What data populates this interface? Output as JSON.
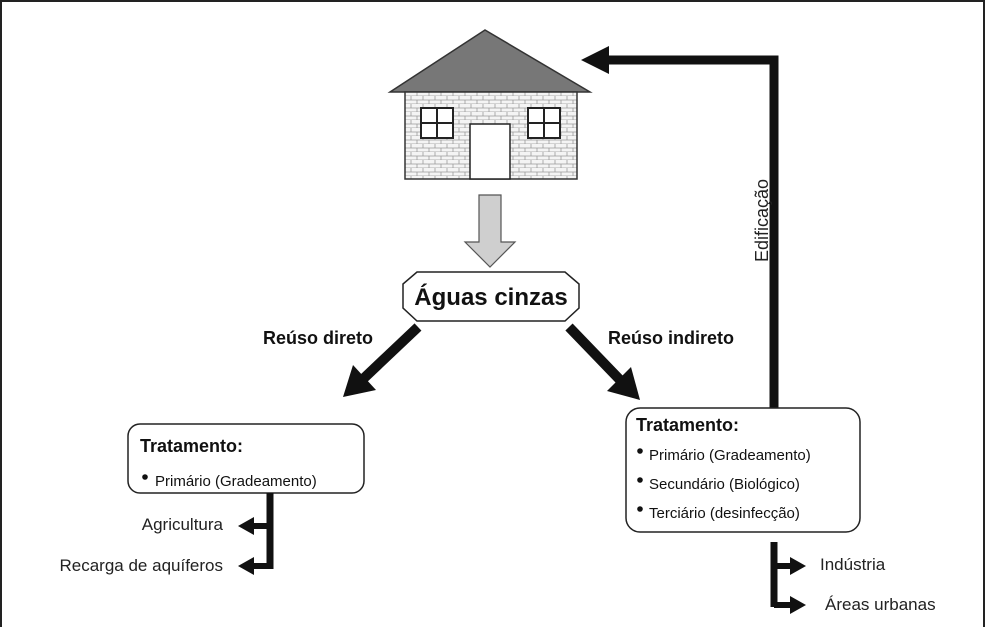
{
  "center_label": "Águas cinzas",
  "edge_labels": {
    "direct": "Reúso direto",
    "indirect": "Reúso indireto",
    "edification": "Edificação"
  },
  "left_box": {
    "title": "Tratamento:",
    "items": [
      "Primário (Gradeamento)"
    ]
  },
  "right_box": {
    "title": "Tratamento:",
    "items": [
      "Primário (Gradeamento)",
      "Secundário (Biológico)",
      "Terciário (desinfecção)"
    ]
  },
  "left_outputs": [
    "Agricultura",
    "Recarga de aquíferos"
  ],
  "right_outputs": [
    "Indústria",
    "Áreas urbanas"
  ]
}
